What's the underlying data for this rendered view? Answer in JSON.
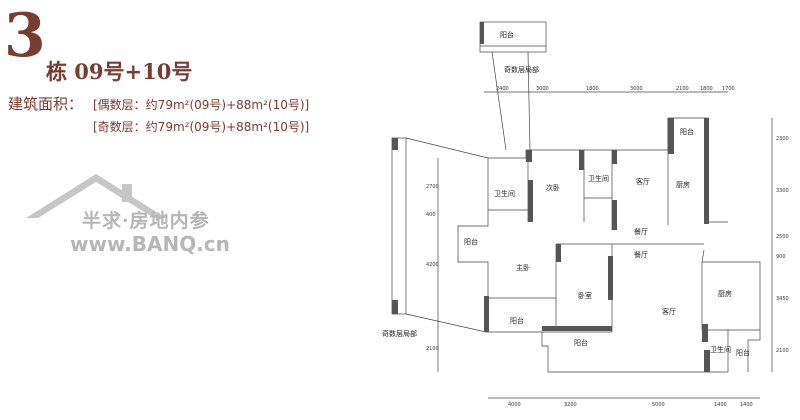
{
  "header": {
    "number": "3",
    "building": "栋 09号+10号",
    "area_label": "建筑面积：",
    "area_lines": [
      "[偶数层：约79m²(09号)+88m²(10号)]",
      "[奇数层：约79m²(09号)+88m²(10号)]"
    ]
  },
  "watermark": {
    "name": "半求·房地内参",
    "url": "www.BANQ.cn"
  },
  "plan": {
    "rooms": {
      "balcony_top": "阳台",
      "odd_floor_top": "奇数层局部",
      "odd_floor_left": "奇数层局部",
      "balcony_ne": "阳台",
      "bathroom_1": "卫生间",
      "second_bedroom": "次卧",
      "bathroom_2": "卫生间",
      "living_room_1": "客厅",
      "kitchen_1": "厨房",
      "dining_1": "餐厅",
      "dining_2": "餐厅",
      "balcony_w": "阳台",
      "master_bedroom": "主卧",
      "bedroom": "卧室",
      "living_room_2": "客厅",
      "kitchen_2": "厨房",
      "balcony_s": "阳台",
      "balcony_s2": "阳台",
      "bathroom_3": "卫生间",
      "balcony_se": "阳台"
    },
    "dims_top": [
      "2400",
      "3000",
      "1800",
      "3000",
      "2100",
      "1800",
      "1700"
    ],
    "dims_bottom": [
      "4000",
      "3200",
      "5000",
      "1400",
      "1400"
    ],
    "dims_left": [
      "2700",
      "400",
      "4200",
      "2100"
    ],
    "dims_right": [
      "2300",
      "3300",
      "2500",
      "900",
      "3450",
      "2100"
    ]
  }
}
